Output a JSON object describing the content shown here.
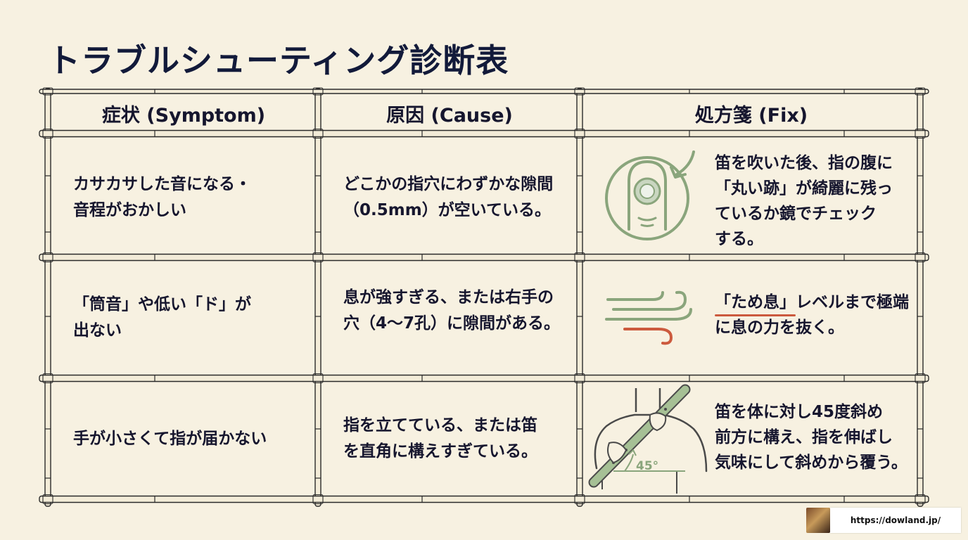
{
  "title": "トラブルシューティング診断表",
  "headers": {
    "symptom": "症状 (Symptom)",
    "cause": "原因 (Cause)",
    "fix": "処方箋 (Fix)"
  },
  "rows": [
    {
      "symptom": [
        "カサカサした音になる・",
        "音程がおかしい"
      ],
      "cause": [
        "どこかの指穴にわずかな隙間",
        "（0.5mm）が空いている。"
      ],
      "fix": [
        "笛を吹いた後、指の腹に",
        "「丸い跡」が綺麗に残っ",
        "ているか鏡でチェック",
        "する。"
      ]
    },
    {
      "symptom": [
        "「筒音」や低い「ド」が",
        "出ない"
      ],
      "cause": [
        "息が強すぎる、または右手の",
        "穴（4〜7孔）に隙間がある。"
      ],
      "fix_underlined": "「ため息」",
      "fix_rest_line1": "レベルまで極端",
      "fix_line2": "に息の力を抜く。"
    },
    {
      "symptom": [
        "手が小さくて指が届かない"
      ],
      "cause": [
        "指を立てている、または笛",
        "を直角に構えすぎている。"
      ],
      "fix": [
        "笛を体に対し45度斜め",
        "前方に構え、指を伸ばし",
        "気味にして斜めから覆う。"
      ],
      "angle_label": "45°"
    }
  ],
  "icons": {
    "row1": "fingertip-mark-icon",
    "row2": "soft-breath-wind-icon",
    "row3": "flute-45-degree-posture-icon"
  },
  "footer": {
    "url": "https://dowland.jp/"
  },
  "colors": {
    "background": "#f7f1e1",
    "title": "#121a3a",
    "sage_green": "#8aa57c",
    "accent_red": "#cc5a3e",
    "bamboo": "#f3ecd8",
    "bamboo_outline": "#2a2a2a"
  }
}
